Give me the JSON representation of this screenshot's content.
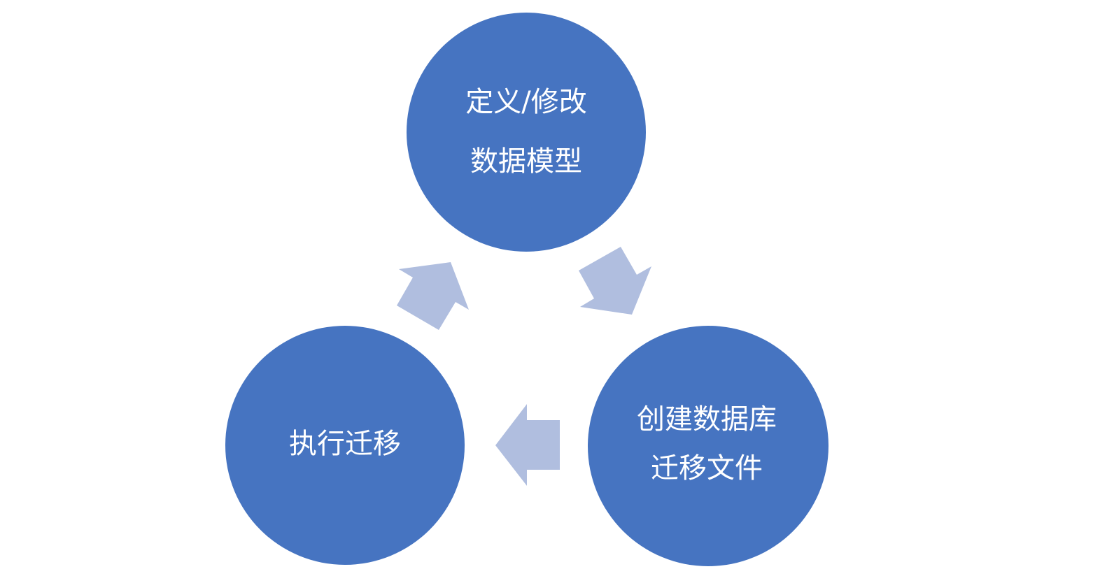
{
  "diagram": {
    "title": "Migration cycle",
    "colors": {
      "node": "#4674C1",
      "arrow": "#B0BEDF",
      "text": "#FFFFFF"
    },
    "nodes": [
      {
        "id": "define",
        "lines": [
          "定义/修改",
          "数据模型"
        ]
      },
      {
        "id": "create",
        "lines": [
          "创建数据库",
          "迁移文件"
        ]
      },
      {
        "id": "execute",
        "lines": [
          "执行迁移"
        ]
      }
    ],
    "edges": [
      {
        "from": "define",
        "to": "create"
      },
      {
        "from": "create",
        "to": "execute"
      },
      {
        "from": "execute",
        "to": "define"
      }
    ]
  }
}
